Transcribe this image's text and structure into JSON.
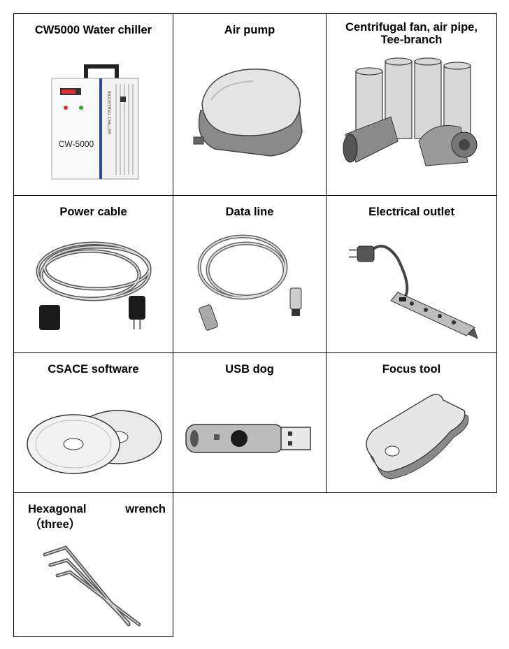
{
  "items": [
    {
      "label": "CW5000 Water chiller"
    },
    {
      "label": "Air pump"
    },
    {
      "label_line1": "Centrifugal fan, air pipe,",
      "label_line2": "Tee-branch"
    },
    {
      "label": "Power cable"
    },
    {
      "label": "Data line"
    },
    {
      "label": "Electrical outlet"
    },
    {
      "label": "CSACE software"
    },
    {
      "label": "USB dog"
    },
    {
      "label": "Focus tool"
    },
    {
      "label_word1": "Hexagonal",
      "label_word2": "wrench",
      "label_word3": "（three）"
    }
  ],
  "chiller_panel": {
    "model": "CW-5000",
    "side_text": "INDUSTRIAL CHILLER"
  }
}
